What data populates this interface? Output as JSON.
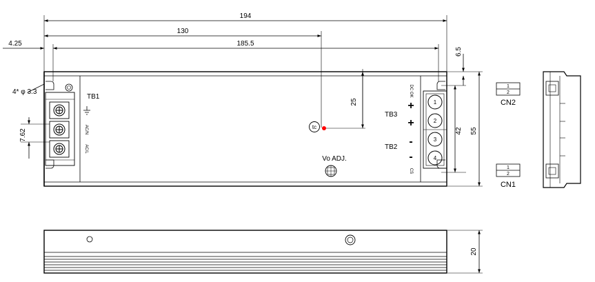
{
  "dimensions": {
    "overall_length": "194",
    "tc_offset": "130",
    "hole_spacing": "185.5",
    "edge_offset": "4.25",
    "top_offset": "6.5",
    "tc_depth": "25",
    "hole_span": "42",
    "width": "55",
    "terminal_pitch": "7.62",
    "height": "20"
  },
  "labels": {
    "holes": "4* φ 3.3",
    "tb1": "TB1",
    "tb2": "TB2",
    "tb3": "TB3",
    "tc": "tc",
    "vo_adj": "Vo ADJ.",
    "dc_ok": "DC OK",
    "cs": "CS",
    "acn": "AC/N",
    "acl": "AC/L",
    "plus1": "+",
    "plus2": "+",
    "minus1": "-",
    "minus2": "-",
    "cn1": "CN1",
    "cn2": "CN2"
  },
  "output_terminals": [
    "1",
    "2",
    "3",
    "4"
  ],
  "cn1_pins": [
    "1",
    "2"
  ],
  "cn2_pins": [
    "1",
    "2"
  ],
  "colors": {
    "line": "#000000",
    "tc_marker": "#ff0000"
  }
}
